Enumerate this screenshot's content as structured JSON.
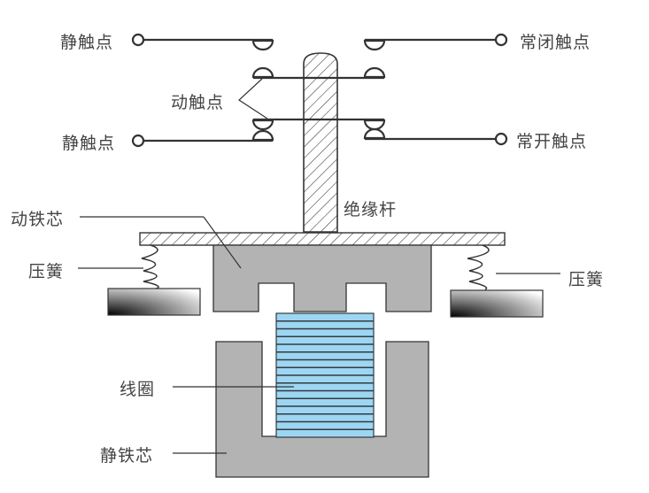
{
  "title": "电磁接触器结构示意图",
  "labels": {
    "static_contact_top": "静触点",
    "static_contact_bottom": "静触点",
    "moving_contact": "动触点",
    "nc_contact": "常闭触点",
    "no_contact": "常开触点",
    "insulating_rod": "绝缘杆",
    "moving_core": "动铁芯",
    "spring_left": "压簧",
    "spring_right": "压簧",
    "coil": "线圈",
    "static_core": "静铁芯"
  },
  "colors": {
    "line": "#333333",
    "core_fill": "#b3b3b3",
    "coil_fill": "#9dd6f2",
    "coil_line": "#333a40",
    "text": "#444444"
  },
  "coil_turns": 16
}
